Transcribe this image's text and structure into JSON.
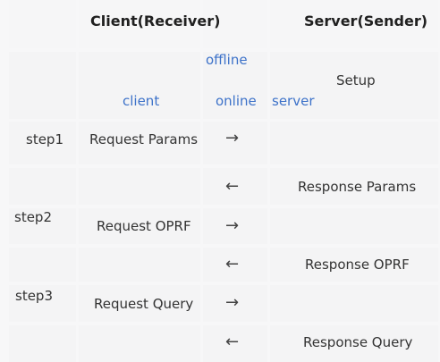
{
  "header": {
    "client_title": "Client(Receiver)",
    "server_title": "Server(Sender)"
  },
  "mode": {
    "offline": "offline",
    "online": "online",
    "client": "client",
    "server": "server",
    "setup": "Setup"
  },
  "steps": [
    {
      "step": "step1",
      "request": "Request Params",
      "request_arrow": "→",
      "response_arrow": "←",
      "response": "Response Params"
    },
    {
      "step": "step2",
      "request": "Request OPRF",
      "request_arrow": "→",
      "response_arrow": "←",
      "response": "Response OPRF"
    },
    {
      "step": "step3",
      "request": "Request Query",
      "request_arrow": "→",
      "response_arrow": "←",
      "response": "Response Query"
    }
  ]
}
